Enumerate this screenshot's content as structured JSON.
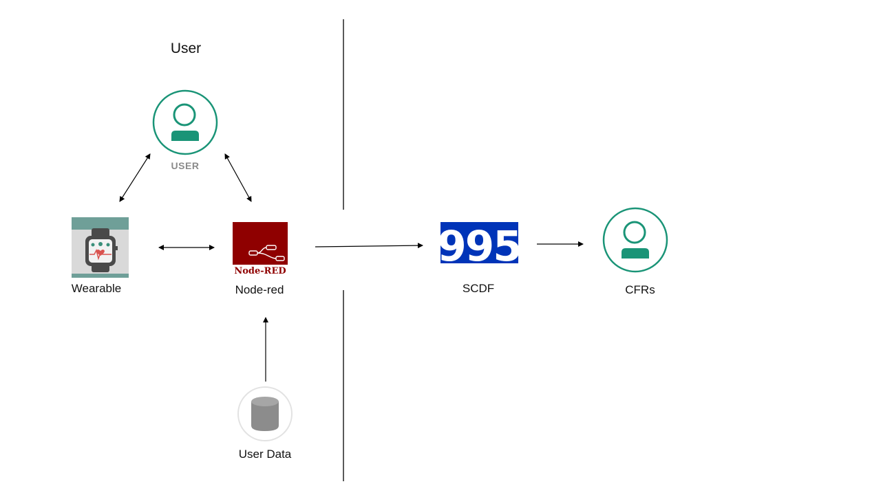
{
  "section_title": "User",
  "nodes": {
    "user": {
      "caption": "USER"
    },
    "wearable": {
      "label": "Wearable"
    },
    "nodered": {
      "label": "Node-red",
      "logo_text": "Node-RED"
    },
    "scdf": {
      "label": "SCDF",
      "logo_text": "995"
    },
    "cfrs": {
      "label": "CFRs"
    },
    "userdata": {
      "label": "User Data"
    }
  },
  "colors": {
    "teal": "#1a9477",
    "node_red": "#8f0000",
    "scdf_blue": "#0034b8",
    "wearable_teal": "#6f9f98"
  },
  "icons": {
    "user": "person-circle-icon",
    "wearable": "smartwatch-icon",
    "nodered": "node-red-logo",
    "scdf": "scdf-995-logo",
    "cfrs": "person-circle-icon",
    "userdata": "database-icon"
  }
}
